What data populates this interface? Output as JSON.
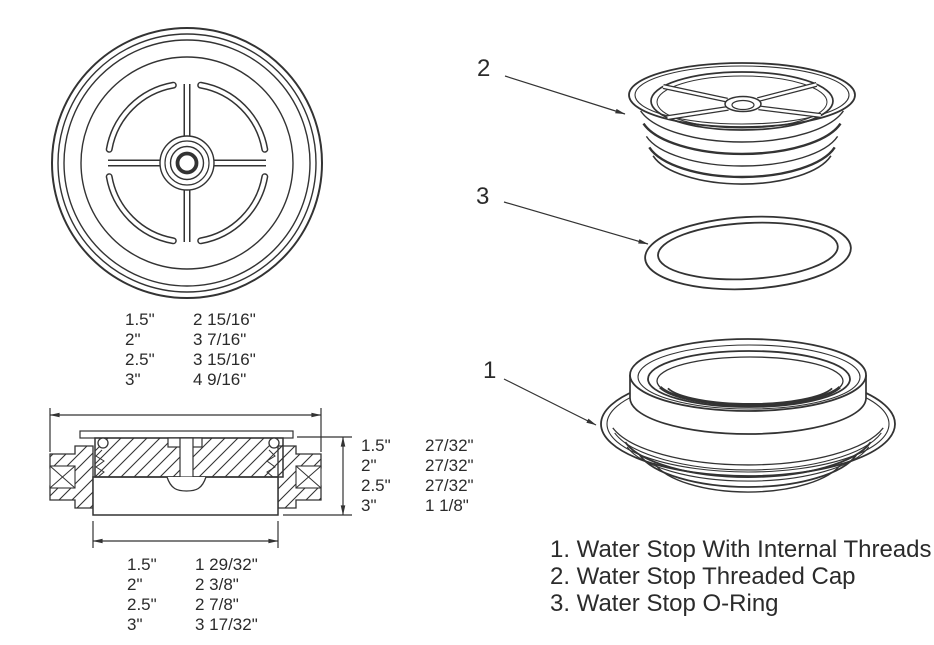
{
  "colors": {
    "background": "#ffffff",
    "line": "#333333",
    "text": "#2b2b2b"
  },
  "tables": {
    "cap_outer_diameter": {
      "rows": [
        [
          "1.5\"",
          "2 15/16\""
        ],
        [
          "2\"",
          "3 7/16\""
        ],
        [
          "2.5\"",
          "3 15/16\""
        ],
        [
          "3\"",
          "4 9/16\""
        ]
      ]
    },
    "assembly_height": {
      "rows": [
        [
          "1.5\"",
          "27/32\""
        ],
        [
          "2\"",
          "27/32\""
        ],
        [
          "2.5\"",
          "27/32\""
        ],
        [
          "3\"",
          "1 1/8\""
        ]
      ]
    },
    "base_inner_diameter": {
      "rows": [
        [
          "1.5\"",
          "1 29/32\""
        ],
        [
          "2\"",
          "2 3/8\""
        ],
        [
          "2.5\"",
          "2 7/8\""
        ],
        [
          "3\"",
          "3 17/32\""
        ]
      ]
    }
  },
  "callouts": {
    "threaded_cap": "2",
    "o_ring": "3",
    "body": "1"
  },
  "legend": {
    "items": [
      "1. Water Stop With Internal Threads",
      "2. Water Stop Threaded Cap",
      "3. Water Stop O-Ring"
    ]
  }
}
